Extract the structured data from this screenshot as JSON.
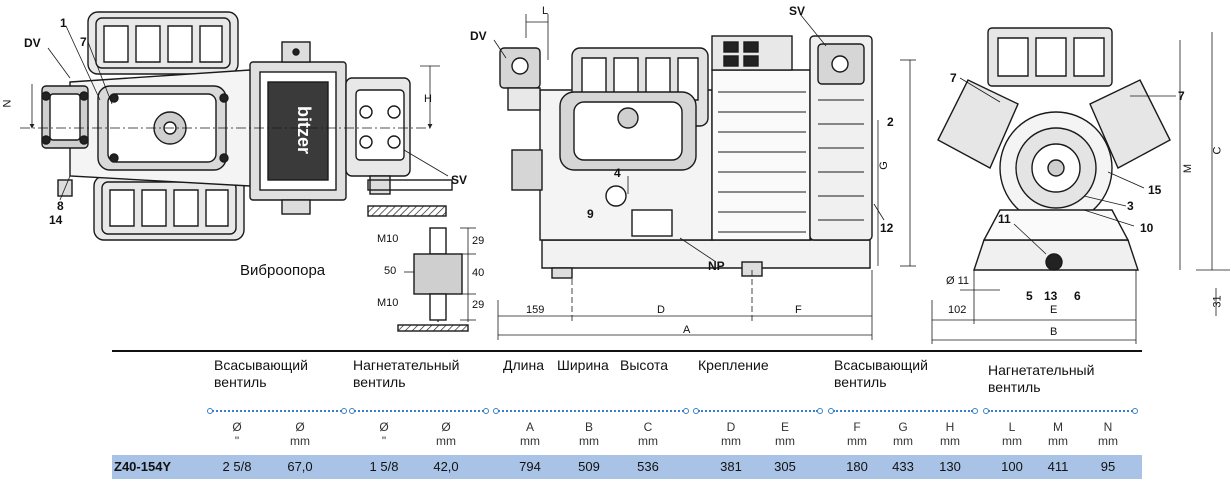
{
  "labels": {
    "dv_left": "DV",
    "n1": "1",
    "n7a": "7",
    "n8": "8",
    "n14": "14",
    "n_dim": "N",
    "h_dim": "H",
    "sv_left": "SV",
    "dv_mid": "DV",
    "l_dim": "L",
    "sv_mid": "SV",
    "n2": "2",
    "g_dim": "G",
    "n4": "4",
    "n9": "9",
    "n12": "12",
    "np": "NP",
    "d159": "159",
    "d_dim": "D",
    "f_dim": "F",
    "a_dim": "A",
    "n7b": "7",
    "n7c": "7",
    "m_dim": "M",
    "c_dim": "C",
    "n15": "15",
    "n3": "3",
    "n10": "10",
    "n11": "11",
    "d11": "Ø 11",
    "n5": "5",
    "n13": "13",
    "n6": "6",
    "d31": "31",
    "d102": "102",
    "e_dim": "E",
    "b_dim": "B"
  },
  "mount": {
    "m10_top": "M10",
    "m10_bottom": "M10",
    "w50": "50",
    "h29_top": "29",
    "h40": "40",
    "h29_bottom": "29",
    "caption": "Виброопора"
  },
  "brand_plate": "bitzer",
  "table": {
    "groups": [
      "Всасывающий вентиль",
      "Нагнетательный вентиль",
      "Длина",
      "Ширина",
      "Высота",
      "Крепление",
      "Всасывающий вентиль",
      "Нагнетательный вентиль"
    ],
    "col_letters": [
      "Ø",
      "Ø",
      "Ø",
      "Ø",
      "A",
      "B",
      "C",
      "D",
      "E",
      "F",
      "G",
      "H",
      "L",
      "M",
      "N"
    ],
    "col_units": [
      "\"",
      "mm",
      "\"",
      "mm",
      "mm",
      "mm",
      "mm",
      "mm",
      "mm",
      "mm",
      "mm",
      "mm",
      "mm",
      "mm",
      "mm"
    ],
    "row": {
      "model": "Z40-154Y",
      "values": [
        "2 5/8",
        "67,0",
        "1 5/8",
        "42,0",
        "794",
        "509",
        "536",
        "381",
        "305",
        "180",
        "433",
        "130",
        "100",
        "411",
        "95"
      ]
    }
  },
  "colors": {
    "accent_blue": "#3a7fc7",
    "row_fill": "#a9c3e6"
  }
}
